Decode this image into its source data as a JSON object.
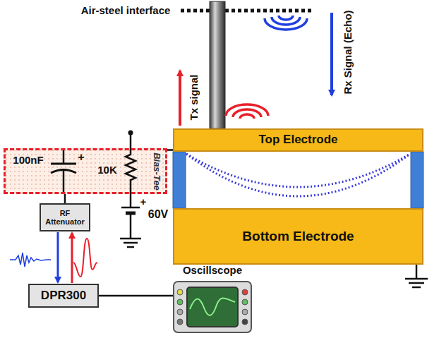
{
  "diagram": {
    "nodes": [
      {
        "text": [
          "Top Electrode"
        ]
      },
      {
        "text": [
          "Bottom Electrode"
        ]
      },
      {
        "text": [
          "Bias-Tee"
        ]
      },
      {
        "text": [
          "RF Attenuator"
        ]
      },
      {
        "text": [
          "DPR300"
        ]
      },
      {
        "text": [
          "Oscillscope"
        ]
      }
    ],
    "edges": [
      {
        "from": 2,
        "to": 0,
        "arrow": "none"
      },
      {
        "from": 2,
        "to": 3,
        "arrow": "none"
      },
      {
        "from": 3,
        "to": 4,
        "arrow": "both"
      },
      {
        "from": 4,
        "to": 5,
        "arrow": "none"
      }
    ],
    "labels": [
      "Air-steel interface",
      "Tx signal",
      "Rx Signal (Echo)",
      "100nF",
      "+",
      "10K",
      "+",
      "60V"
    ]
  }
}
